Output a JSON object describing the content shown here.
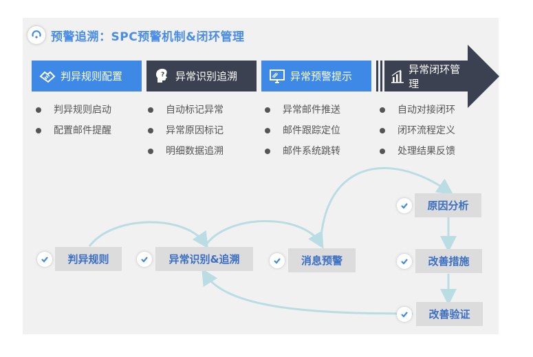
{
  "title": "预警追溯：SPC预警机制&闭环管理",
  "stages": [
    {
      "label": "判异规则配置",
      "icon": "handshake-icon",
      "items": [
        "判异规则启动",
        "配置邮件提醒"
      ]
    },
    {
      "label": "异常识别追溯",
      "icon": "question-head-icon",
      "items": [
        "自动标记异常",
        "异常原因标记",
        "明细数据追溯"
      ]
    },
    {
      "label": "异常预警提示",
      "icon": "monitor-icon",
      "items": [
        "异常邮件推送",
        "邮件跟踪定位",
        "邮件系统跳转"
      ]
    },
    {
      "label": "异常闭环管理",
      "icon": "bar-chart-icon",
      "items": [
        "自动对接闭环",
        "闭环流程定义",
        "处理结果反馈"
      ]
    }
  ],
  "flow": {
    "rule": "判异规则",
    "identify": "异常识别&追溯",
    "alert": "消息预警",
    "cause": "原因分析",
    "improve": "改善措施",
    "verify": "改善验证"
  },
  "colors": {
    "accent": "#3e89e6",
    "dark": "#3b4150",
    "flow_line": "#b9dde3",
    "node_text": "#3a6fc4"
  }
}
